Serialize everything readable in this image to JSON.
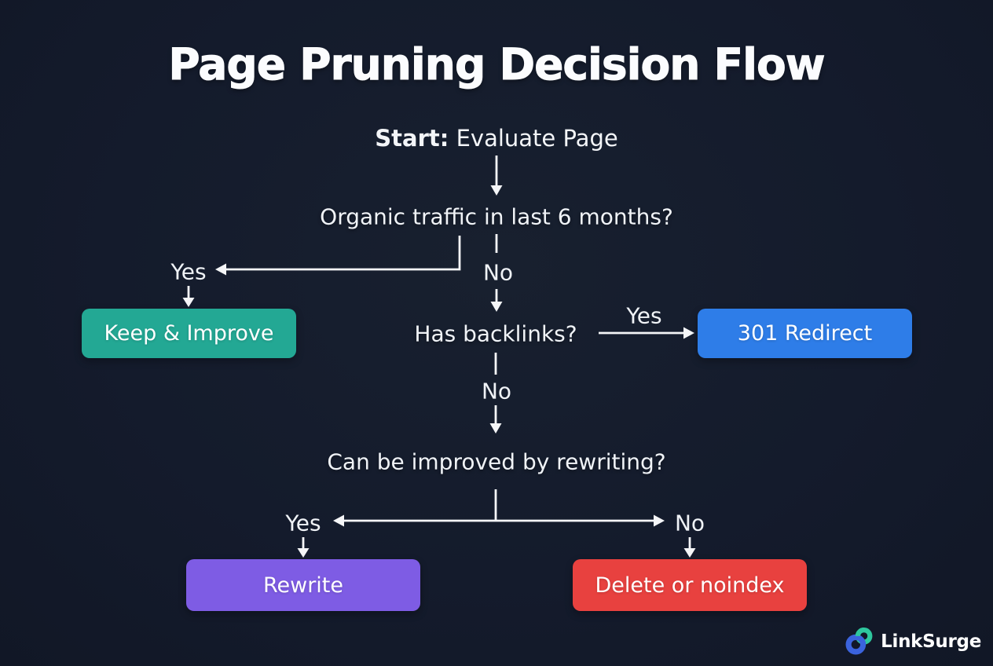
{
  "title": "Page Pruning Decision Flow",
  "start": {
    "label": "Start:",
    "text": " Evaluate Page"
  },
  "questions": {
    "organic": "Organic traffic in last 6 months?",
    "backlinks": "Has backlinks?",
    "rewrite": "Can be improved by rewriting?"
  },
  "labels": {
    "q1_yes": "Yes",
    "q1_no": "No",
    "q2_yes": "Yes",
    "q2_no": "No",
    "q3_yes": "Yes",
    "q3_no": "No"
  },
  "outcomes": {
    "keep": "Keep & Improve",
    "redirect": "301 Redirect",
    "rewrite": "Rewrite",
    "delete": "Delete or noindex"
  },
  "logo": {
    "text": "LinkSurge"
  },
  "colors": {
    "background": "#141b2c",
    "line": "#f5f6f8",
    "keep_box": "#23a894",
    "redirect_box": "#2e7de8",
    "rewrite_box": "#7e5ce4",
    "delete_box": "#e8413f",
    "logo_teal": "#2ec79e",
    "logo_blue": "#3b63dd"
  }
}
